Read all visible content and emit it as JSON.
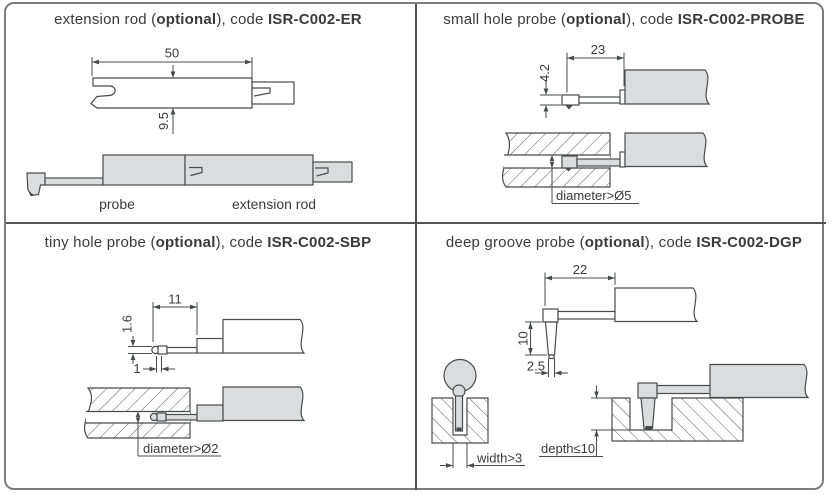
{
  "colors": {
    "outline": "#4a4b4d",
    "part_fill": "#dbdcdd",
    "frame": "#7c7c7c",
    "text": "#3a3a3c"
  },
  "panels": [
    {
      "id": "extension-rod",
      "title": {
        "pre": "extension rod (",
        "optional": "optional",
        "mid": "), code ",
        "code": "ISR-C002-ER"
      },
      "dims": {
        "length": "50",
        "diameter": "9.5"
      },
      "labels": {
        "probe": "probe",
        "extension_rod": "extension rod"
      }
    },
    {
      "id": "small-hole-probe",
      "title": {
        "pre": "small hole probe (",
        "optional": "optional",
        "mid": "), code ",
        "code": "ISR-C002-PROBE"
      },
      "dims": {
        "length": "23",
        "tip_height": "4.2"
      },
      "labels": {
        "hole_note": "diameter>Ø5"
      }
    },
    {
      "id": "tiny-hole-probe",
      "title": {
        "pre": "tiny hole probe (",
        "optional": "optional",
        "mid": "), code ",
        "code": "ISR-C002-SBP"
      },
      "dims": {
        "length": "11",
        "tip_height": "1.6",
        "tip_width": "1"
      },
      "labels": {
        "hole_note": "diameter>Ø2"
      }
    },
    {
      "id": "deep-groove-probe",
      "title": {
        "pre": "deep groove probe (",
        "optional": "optional",
        "mid": "), code ",
        "code": "ISR-C002-DGP"
      },
      "dims": {
        "length": "22",
        "leg_length": "10",
        "leg_width": "2.5"
      },
      "labels": {
        "width_note": "width>3",
        "depth_note": "depth≤10"
      }
    }
  ]
}
